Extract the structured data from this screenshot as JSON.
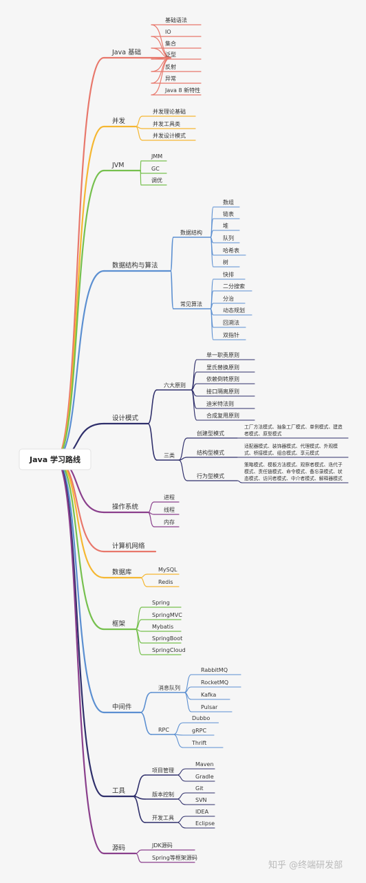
{
  "root": {
    "label": "Java 学习路线"
  },
  "watermark": {
    "text": "知乎 @终端研发部"
  },
  "colors": {
    "background": "#f6f6f6",
    "root_box": "#ffffff",
    "red": "#e8776b",
    "yellow": "#f5b732",
    "green": "#76c04e",
    "blue": "#5b8fd1",
    "navy": "#2f2f6b",
    "purple": "#8a3f8c",
    "text": "#333333"
  },
  "branches": [
    {
      "label": "Java 基础",
      "color": "red",
      "children": [
        {
          "label": "基础语法"
        },
        {
          "label": "IO"
        },
        {
          "label": "集合"
        },
        {
          "label": "泛型"
        },
        {
          "label": "反射"
        },
        {
          "label": "异常"
        },
        {
          "label": "Java 8 新特性"
        }
      ]
    },
    {
      "label": "并发",
      "color": "yellow",
      "children": [
        {
          "label": "并发理论基础"
        },
        {
          "label": "并发工具类"
        },
        {
          "label": "并发设计模式"
        }
      ]
    },
    {
      "label": "JVM",
      "color": "green",
      "children": [
        {
          "label": "JMM"
        },
        {
          "label": "GC"
        },
        {
          "label": "调优"
        }
      ]
    },
    {
      "label": "数据结构与算法",
      "color": "blue",
      "children": [
        {
          "label": "数据结构",
          "children": [
            {
              "label": "数组"
            },
            {
              "label": "链表"
            },
            {
              "label": "堆"
            },
            {
              "label": "队列"
            },
            {
              "label": "哈希表"
            },
            {
              "label": "树"
            }
          ]
        },
        {
          "label": "常见算法",
          "children": [
            {
              "label": "快排"
            },
            {
              "label": "二分搜索"
            },
            {
              "label": "分治"
            },
            {
              "label": "动态规划"
            },
            {
              "label": "回溯法"
            },
            {
              "label": "双指针"
            }
          ]
        }
      ]
    },
    {
      "label": "设计模式",
      "color": "navy",
      "children": [
        {
          "label": "六大原则",
          "children": [
            {
              "label": "单一职责原则"
            },
            {
              "label": "里氏替换原则"
            },
            {
              "label": "依赖倒转原则"
            },
            {
              "label": "接口隔离原则"
            },
            {
              "label": "迪米特法则"
            },
            {
              "label": "合成复用原则"
            }
          ]
        },
        {
          "label": "三类",
          "children": [
            {
              "label": "创建型模式",
              "children": [
                {
                  "lines": [
                    "工厂方法模式、抽象工厂模式、单例模式、建造",
                    "者模式、原型模式"
                  ]
                }
              ]
            },
            {
              "label": "结构型模式",
              "children": [
                {
                  "lines": [
                    "适配器模式、装饰器模式、代理模式、外观模",
                    "式、桥接模式、组合模式、享元模式"
                  ]
                }
              ]
            },
            {
              "label": "行为型模式",
              "children": [
                {
                  "lines": [
                    "策略模式、模板方法模式、观察者模式、迭代子",
                    "模式、责任链模式、命令模式、备忘录模式、状",
                    "态模式、访问者模式、中介者模式、解释器模式"
                  ]
                }
              ]
            }
          ]
        }
      ]
    },
    {
      "label": "操作系统",
      "color": "purple",
      "children": [
        {
          "label": "进程"
        },
        {
          "label": "线程"
        },
        {
          "label": "内存"
        }
      ]
    },
    {
      "label": "计算机网络",
      "color": "red",
      "children": []
    },
    {
      "label": "数据库",
      "color": "yellow",
      "children": [
        {
          "label": "MySQL"
        },
        {
          "label": "Redis"
        }
      ]
    },
    {
      "label": "框架",
      "color": "green",
      "children": [
        {
          "label": "Spring"
        },
        {
          "label": "SpringMVC"
        },
        {
          "label": "Mybatis"
        },
        {
          "label": "SpringBoot"
        },
        {
          "label": "SpringCloud"
        }
      ]
    },
    {
      "label": "中间件",
      "color": "blue",
      "children": [
        {
          "label": "消息队列",
          "children": [
            {
              "label": "RabbitMQ"
            },
            {
              "label": "RocketMQ"
            },
            {
              "label": "Kafka"
            },
            {
              "label": "Pulsar"
            }
          ]
        },
        {
          "label": "RPC",
          "children": [
            {
              "label": "Dubbo"
            },
            {
              "label": "gRPC"
            },
            {
              "label": "Thrift"
            }
          ]
        }
      ]
    },
    {
      "label": "工具",
      "color": "navy",
      "children": [
        {
          "label": "项目管理",
          "children": [
            {
              "label": "Maven"
            },
            {
              "label": "Gradle"
            }
          ]
        },
        {
          "label": "版本控制",
          "children": [
            {
              "label": "Git"
            },
            {
              "label": "SVN"
            }
          ]
        },
        {
          "label": "开发工具",
          "children": [
            {
              "label": "IDEA"
            },
            {
              "label": "Eclipse"
            }
          ]
        }
      ]
    },
    {
      "label": "源码",
      "color": "purple",
      "children": [
        {
          "label": "JDK源码"
        },
        {
          "label": "Spring等框架源码"
        }
      ]
    }
  ]
}
